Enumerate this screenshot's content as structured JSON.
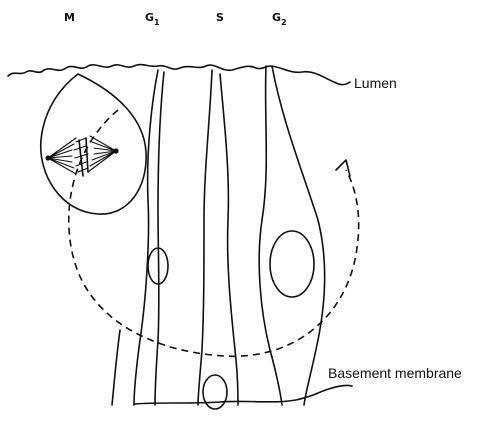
{
  "phases": [
    {
      "letter": "M",
      "sub": ""
    },
    {
      "letter": "G",
      "sub": "1"
    },
    {
      "letter": "S",
      "sub": ""
    },
    {
      "letter": "G",
      "sub": "2"
    }
  ],
  "labels": {
    "lumen": "Lumen",
    "basement": "Basement membrane"
  }
}
